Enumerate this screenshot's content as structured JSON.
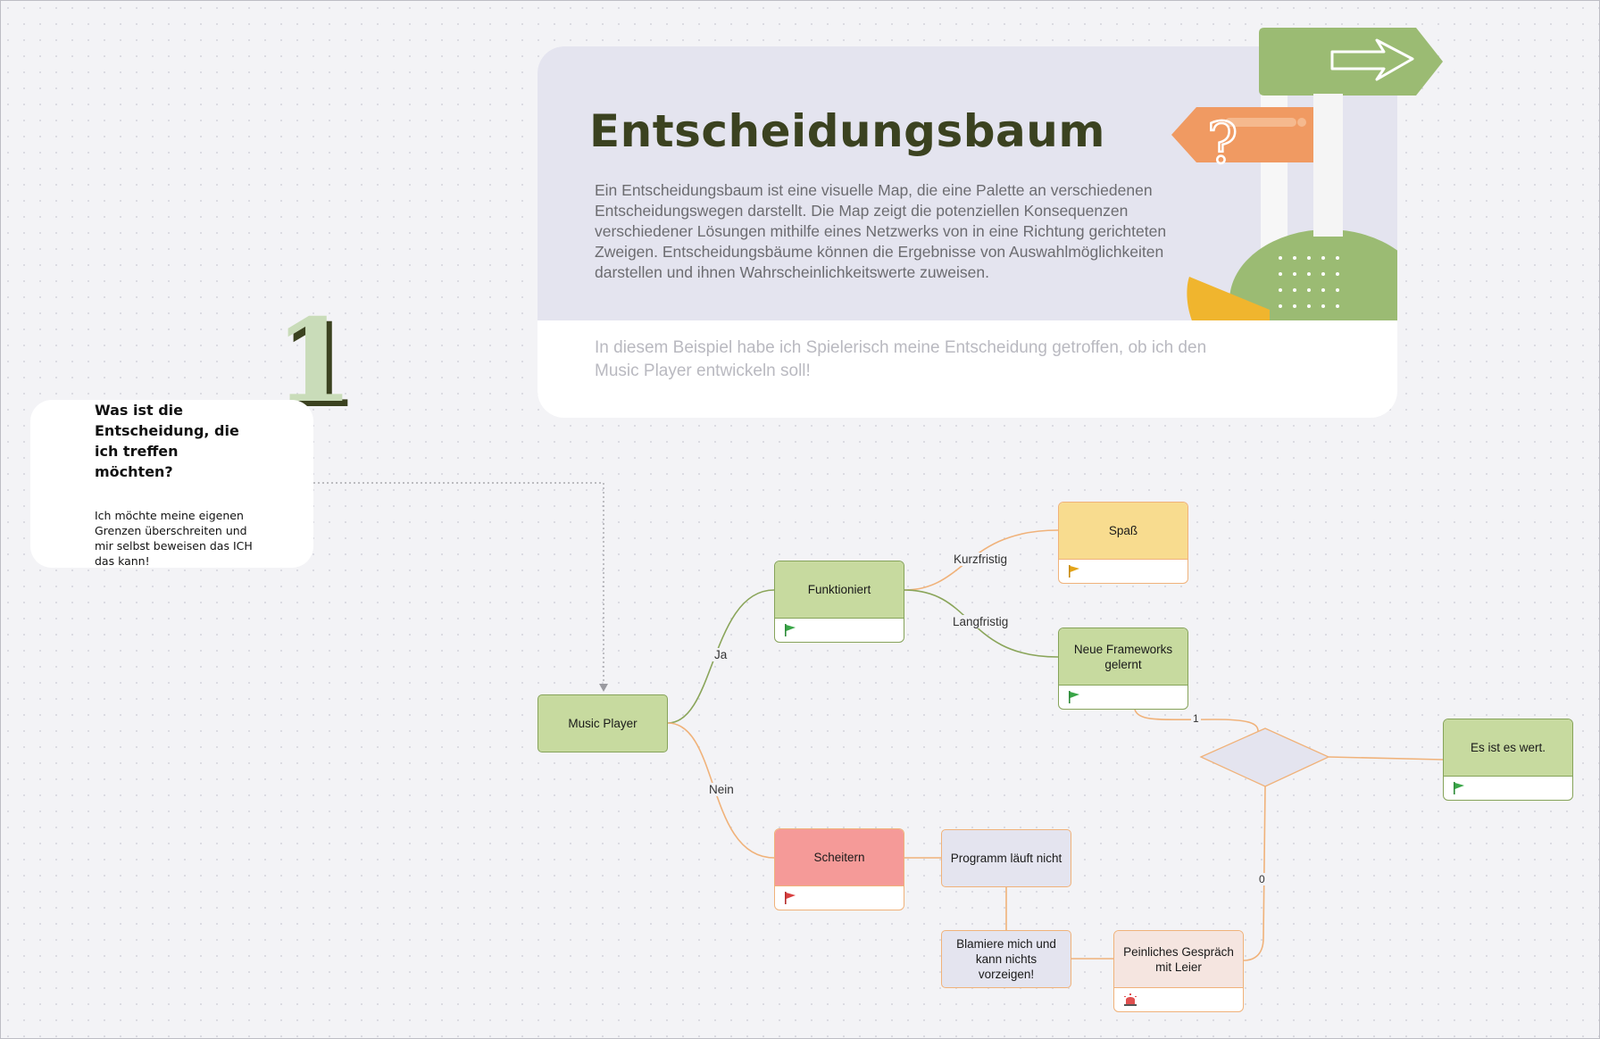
{
  "header": {
    "title": "Entscheidungsbaum",
    "description": "Ein Entscheidungsbaum ist eine visuelle Map, die eine Palette an verschiedenen Entscheidungswegen darstellt. Die Map zeigt die potenziellen Konsequenzen verschiedener Lösungen mithilfe eines Netzwerks von in eine Richtung gerichteten Zweigen. Entscheidungsbäume können die Ergebnisse von Auswahlmöglichkeiten darstellen und ihnen Wahrscheinlichkeitswerte zuweisen.",
    "example": "In diesem Beispiel habe ich Spielerisch meine Entscheidung getroffen, ob ich den Music Player entwickeln soll!"
  },
  "decision": {
    "number": "1",
    "title": "Was ist die Entscheidung, die ich treffen möchten?",
    "text": "Ich möchte meine eigenen Grenzen überschreiten und mir selbst beweisen das ICH das kann!"
  },
  "nodes": {
    "music_player": "Music Player",
    "funktioniert": "Funktioniert",
    "scheitern": "Scheitern",
    "spass": "Spaß",
    "frameworks": "Neue Frameworks gelernt",
    "programm": "Programm läuft nicht",
    "blamiere": "Blamiere mich und kann nichts vorzeigen!",
    "peinlich": "Peinliches Gespräch mit Leier",
    "wert": "Es ist es wert."
  },
  "edges": {
    "ja": "Ja",
    "nein": "Nein",
    "kurzfristig": "Kurzfristig",
    "langfristig": "Langfristig",
    "one": "1",
    "zero": "0"
  },
  "colors": {
    "green_node": "#c7da9f",
    "green_border": "#86a35a",
    "yellow_node": "#f8dc8f",
    "red_node": "#f59a98",
    "lavender_node": "#e4e4ef",
    "peach_node": "#f5e5e0",
    "orange_line": "#f0b27a",
    "green_line": "#8aa55a",
    "title_color": "#3b4220"
  }
}
